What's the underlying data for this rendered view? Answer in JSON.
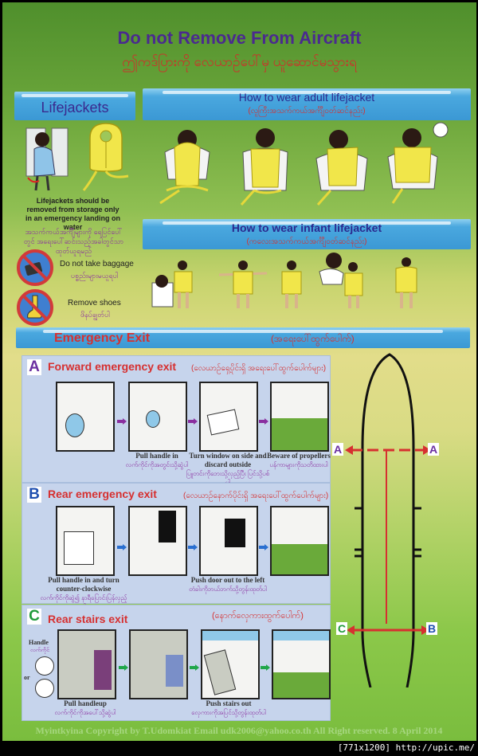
{
  "header": {
    "title": "Do not Remove From Aircraft",
    "subtitle_myanmar": "ဤကဒ်ပြားကို လေယာဉ်ပေါ်မှ ယူဆောင်မသွားရ"
  },
  "lifejackets": {
    "heading": "Lifejackets",
    "note": "Lifejackets should be removed from storage only in an emergency landing on water",
    "note_myanmar": "အသက်ကယ်အင်္ကျီများကို ရေပြင်ပေါ်တွင် အရေးပေါ်ဆင်းသည့်အခါတွင်သာ ထုတ်ယူရမည်",
    "rules": [
      {
        "label": "Do not take baggage",
        "label_myanmar": "ပစ္စည်းများမယူရပါ",
        "icon": "no-baggage-icon"
      },
      {
        "label": "Remove shoes",
        "label_myanmar": "ဖိနပ်ချွတ်ပါ",
        "icon": "no-shoes-icon"
      }
    ]
  },
  "adult": {
    "heading": "How to wear adult lifejacket",
    "heading_myanmar": "(လူကြီးအသက်ကယ်အင်္ကျီဝတ်ဆင်နည်း)",
    "steps": 4
  },
  "infant": {
    "heading": "How to wear infant lifejacket",
    "heading_myanmar": "(ကလေးအသက်ကယ်အင်္ကျီဝတ်ဆင်နည်း)",
    "steps": 5
  },
  "emergency": {
    "heading": "Emergency Exit",
    "heading_myanmar": "(အရေးပေါ်ထွက်ပေါက်)",
    "sections": [
      {
        "letter": "A",
        "letter_color": "#6a2fa0",
        "title": "Forward emergency exit",
        "title_myanmar": "(လေယာဉ်ရှေ့ပိုင်းရှိ အရေးပေါ်ထွက်ပေါက်များ)",
        "arrow_color": "#8a2fa0",
        "captions": [
          {
            "text": "",
            "myanmar": ""
          },
          {
            "text": "Pull handle in",
            "myanmar": "လက်ကိုင်ကိုအတွင်းသို့ဆွဲပါ"
          },
          {
            "text": "Turn window on side and discard outside",
            "myanmar": "ပြူတင်းကိုဘေးသို့လှည့်ပြီး ပြင်သို့ပစ်ပါ"
          },
          {
            "text": "Beware of propellers",
            "myanmar": "ပန်ကာများကိုသတိထားပါ"
          }
        ]
      },
      {
        "letter": "B",
        "letter_color": "#1f4fb0",
        "title": "Rear emergency exit",
        "title_myanmar": "(လေယာဉ်နောက်ပိုင်းရှိ အရေးပေါ်ထွက်ပေါက်များ)",
        "arrow_color": "#2a6fd0",
        "captions": [
          {
            "text": "Pull handle in and turn counter-clockwise",
            "myanmar": "လက်ကိုင်ကိုဆွဲ၍ နာရီပြောင်းပြန်လှည့်ပါ"
          },
          {
            "text": "",
            "myanmar": ""
          },
          {
            "text": "Push door out to the left",
            "myanmar": "တံခါးကိုဘယ်ဘက်သို့တွန်းထုတ်ပါ"
          },
          {
            "text": "",
            "myanmar": ""
          }
        ]
      },
      {
        "letter": "C",
        "letter_color": "#1f9a3a",
        "title": "Rear stairs exit",
        "title_myanmar": "(နောက်လှေကားထွက်ပေါက်)",
        "arrow_color": "#1fa64a",
        "handle_label": "Handle",
        "handle_label_myanmar": "လက်ကိုင်",
        "or_label": "or",
        "captions": [
          {
            "text": "Pull handleup",
            "myanmar": "လက်ကိုင်ကိုအပေါ်သို့ဆွဲပါ"
          },
          {
            "text": "",
            "myanmar": ""
          },
          {
            "text": "Push stairs out",
            "myanmar": "လှေကားကိုအပြင်သို့တွန်းထုတ်ပါ"
          },
          {
            "text": "",
            "myanmar": ""
          }
        ]
      }
    ],
    "diagram": {
      "labels": {
        "front_left": "A",
        "front_right": "A",
        "rear_left": "C",
        "rear_right": "B"
      },
      "colors": {
        "A": "#6a2fa0",
        "B": "#1f4fb0",
        "C": "#1f9a3a",
        "path": "#d63030",
        "hull": "#111111"
      }
    }
  },
  "footer": {
    "copyright": "Myintkyina Copyright by T.Udomkiat Email udk2006@yahoo.co.th All Right reserved. 8 April 2014",
    "watermark": "[771x1200] http://upic.me/"
  }
}
